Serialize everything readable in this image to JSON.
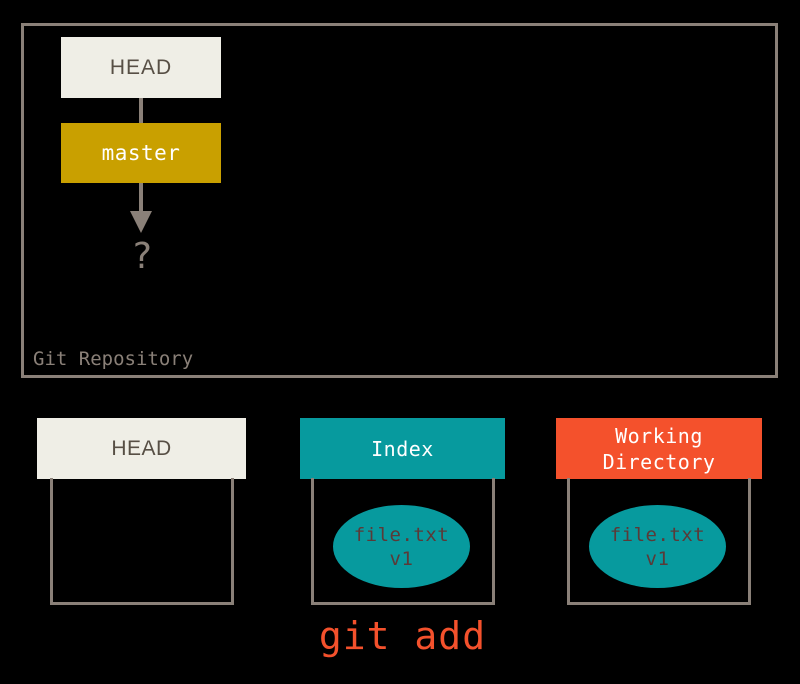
{
  "diagram": {
    "title": "git add",
    "repository": {
      "label": "Git Repository",
      "refs": [
        {
          "name": "HEAD",
          "label": "HEAD",
          "fill": "#efeee6",
          "text_color": "#574f45"
        },
        {
          "name": "master",
          "label": "master",
          "fill": "#c9a000",
          "text_color": "#ffffff"
        }
      ],
      "commit_placeholder": "?",
      "arrow": {
        "from": "master",
        "to": "commit_placeholder",
        "direction": "down"
      },
      "border_color": "#8a8078"
    },
    "areas": [
      {
        "key": "head",
        "label": "HEAD",
        "header_fill": "#efeee6",
        "header_text_color": "#574f45",
        "blob": null
      },
      {
        "key": "index",
        "label": "Index",
        "header_fill": "#079a9e",
        "header_text_color": "#ffffff",
        "blob": {
          "filename": "file.txt",
          "version": "v1",
          "fill": "#079a9e",
          "text_color": "#5a3a38"
        }
      },
      {
        "key": "working_directory",
        "label": "Working\nDirectory",
        "header_fill": "#f4512c",
        "header_text_color": "#ffffff",
        "blob": {
          "filename": "file.txt",
          "version": "v1",
          "fill": "#079a9e",
          "text_color": "#5a3a38"
        }
      }
    ],
    "caption": "git add",
    "caption_color": "#f4512c",
    "background": "#000000"
  }
}
